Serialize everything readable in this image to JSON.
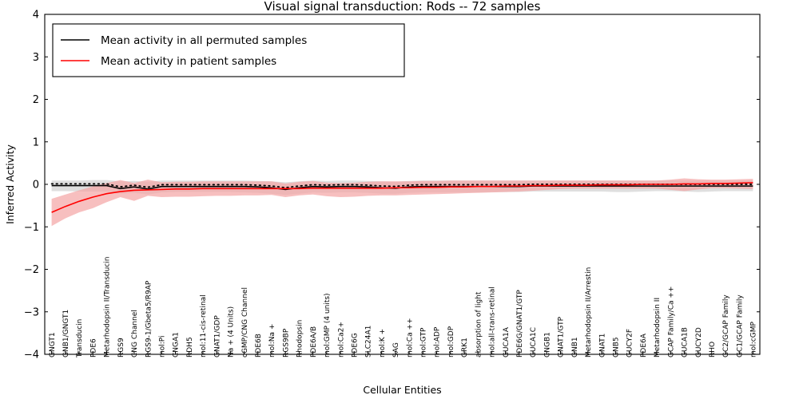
{
  "chart_data": {
    "type": "line",
    "title": "Visual signal transduction: Rods -- 72 samples",
    "xlabel": "Cellular Entities",
    "ylabel": "Inferred Activity",
    "ylim": [
      -4,
      4
    ],
    "yticks": [
      -4,
      -3,
      -2,
      -1,
      0,
      1,
      2,
      3,
      4
    ],
    "ytick_labels": [
      "−4",
      "−3",
      "−2",
      "−1",
      "0",
      "1",
      "2",
      "3",
      "4"
    ],
    "grid": false,
    "legend_position": "upper left",
    "legend": [
      {
        "label": "Mean activity in all permuted samples",
        "color": "#000000"
      },
      {
        "label": "Mean activity in patient samples",
        "color": "#ff0000"
      }
    ],
    "categories": [
      "GNGT1",
      "GNB1/GNGT1",
      "Transducin",
      "PDE6",
      "Metarhodopsin II/Transducin",
      "RGS9",
      "CNG Channel",
      "RGS9-1/Gbeta5/R9AP",
      "mol:Pi",
      "CNGA1",
      "RDH5",
      "mol:11-cis-retinal",
      "GNAT1/GDP",
      "Na + (4 Units)",
      "cGMP/CNG Channel",
      "PDE6B",
      "mol:Na +",
      "RGS9BP",
      "Rhodopsin",
      "PDE6A/B",
      "mol:GMP (4 units)",
      "mol:Ca2+",
      "PDE6G",
      "SLC24A1",
      "mol:K +",
      "SAG",
      "mol:Ca ++",
      "mol:GTP",
      "mol:ADP",
      "mol:GDP",
      "GRK1",
      "absorption of light",
      "mol:all-trans-retinal",
      "GUCA1A",
      "PDE6G/GNAT1/GTP",
      "GUCA1C",
      "CNGB1",
      "GNAT1/GTP",
      "GNB1",
      "Metarhodopsin II/Arrestin",
      "GNAT1",
      "GNB5",
      "GUCY2F",
      "PDE6A",
      "Metarhodopsin II",
      "GCAP Family/Ca ++",
      "GUCA1B",
      "GUCY2D",
      "RHO",
      "GC2/GCAP Family",
      "GC1/GCAP Family",
      "mol:cGMP"
    ],
    "series": [
      {
        "name": "Mean activity in all permuted samples",
        "color": "#000000",
        "band_color": "#d9d9d9",
        "values": [
          -0.03,
          -0.03,
          -0.03,
          -0.03,
          -0.03,
          -0.1,
          -0.06,
          -0.11,
          -0.05,
          -0.05,
          -0.05,
          -0.05,
          -0.05,
          -0.05,
          -0.05,
          -0.06,
          -0.08,
          -0.12,
          -0.08,
          -0.05,
          -0.06,
          -0.05,
          -0.05,
          -0.06,
          -0.08,
          -0.09,
          -0.06,
          -0.05,
          -0.05,
          -0.05,
          -0.05,
          -0.05,
          -0.05,
          -0.05,
          -0.05,
          -0.04,
          -0.04,
          -0.04,
          -0.04,
          -0.04,
          -0.04,
          -0.04,
          -0.04,
          -0.04,
          -0.04,
          -0.04,
          -0.04,
          -0.04,
          -0.04,
          -0.04,
          -0.04,
          -0.04
        ],
        "band_lower": [
          -0.16,
          -0.16,
          -0.17,
          -0.17,
          -0.17,
          -0.22,
          -0.2,
          -0.24,
          -0.19,
          -0.18,
          -0.18,
          -0.18,
          -0.18,
          -0.18,
          -0.19,
          -0.2,
          -0.22,
          -0.25,
          -0.22,
          -0.19,
          -0.2,
          -0.19,
          -0.19,
          -0.2,
          -0.22,
          -0.22,
          -0.2,
          -0.19,
          -0.19,
          -0.19,
          -0.19,
          -0.19,
          -0.18,
          -0.18,
          -0.18,
          -0.17,
          -0.17,
          -0.17,
          -0.17,
          -0.17,
          -0.17,
          -0.18,
          -0.18,
          -0.17,
          -0.16,
          -0.16,
          -0.17,
          -0.18,
          -0.17,
          -0.16,
          -0.16,
          -0.16
        ],
        "band_upper": [
          0.09,
          0.09,
          0.09,
          0.1,
          0.1,
          0.07,
          0.08,
          0.06,
          0.09,
          0.09,
          0.09,
          0.09,
          0.09,
          0.09,
          0.09,
          0.08,
          0.07,
          0.05,
          0.07,
          0.09,
          0.08,
          0.09,
          0.09,
          0.08,
          0.07,
          0.06,
          0.08,
          0.09,
          0.09,
          0.09,
          0.09,
          0.09,
          0.09,
          0.09,
          0.09,
          0.09,
          0.09,
          0.09,
          0.09,
          0.09,
          0.09,
          0.09,
          0.09,
          0.09,
          0.09,
          0.09,
          0.09,
          0.09,
          0.09,
          0.09,
          0.09,
          0.09
        ],
        "linestyle": "solid",
        "overlay_dotted": true
      },
      {
        "name": "Mean activity in patient samples",
        "color": "#ff0000",
        "band_color": "#f4a6a6",
        "values": [
          -0.66,
          -0.52,
          -0.4,
          -0.3,
          -0.22,
          -0.17,
          -0.14,
          -0.13,
          -0.12,
          -0.11,
          -0.11,
          -0.1,
          -0.1,
          -0.1,
          -0.1,
          -0.1,
          -0.1,
          -0.1,
          -0.1,
          -0.09,
          -0.09,
          -0.09,
          -0.09,
          -0.09,
          -0.09,
          -0.08,
          -0.08,
          -0.07,
          -0.07,
          -0.06,
          -0.06,
          -0.05,
          -0.05,
          -0.04,
          -0.04,
          -0.03,
          -0.03,
          -0.02,
          -0.02,
          -0.02,
          -0.01,
          -0.01,
          -0.01,
          0.0,
          0.0,
          0.0,
          0.01,
          0.01,
          0.02,
          0.02,
          0.03,
          0.04
        ],
        "band_lower": [
          -0.98,
          -0.8,
          -0.66,
          -0.56,
          -0.42,
          -0.3,
          -0.39,
          -0.27,
          -0.3,
          -0.29,
          -0.29,
          -0.28,
          -0.27,
          -0.27,
          -0.26,
          -0.26,
          -0.25,
          -0.3,
          -0.26,
          -0.24,
          -0.28,
          -0.3,
          -0.29,
          -0.27,
          -0.26,
          -0.26,
          -0.25,
          -0.24,
          -0.23,
          -0.22,
          -0.21,
          -0.2,
          -0.19,
          -0.18,
          -0.17,
          -0.15,
          -0.13,
          -0.11,
          -0.1,
          -0.1,
          -0.1,
          -0.1,
          -0.1,
          -0.1,
          -0.1,
          -0.13,
          -0.16,
          -0.12,
          -0.09,
          -0.09,
          -0.1,
          -0.11
        ],
        "band_upper": [
          -0.34,
          -0.24,
          -0.14,
          -0.05,
          0.03,
          0.1,
          0.03,
          0.11,
          0.05,
          0.06,
          0.06,
          0.07,
          0.07,
          0.07,
          0.07,
          0.07,
          0.07,
          0.02,
          0.06,
          0.08,
          0.04,
          0.03,
          0.04,
          0.06,
          0.07,
          0.07,
          0.07,
          0.08,
          0.08,
          0.09,
          0.09,
          0.09,
          0.09,
          0.09,
          0.09,
          0.09,
          0.09,
          0.09,
          0.09,
          0.09,
          0.09,
          0.09,
          0.09,
          0.09,
          0.09,
          0.11,
          0.14,
          0.12,
          0.11,
          0.11,
          0.12,
          0.13
        ],
        "linestyle": "solid",
        "overlay_dotted": false
      }
    ]
  }
}
